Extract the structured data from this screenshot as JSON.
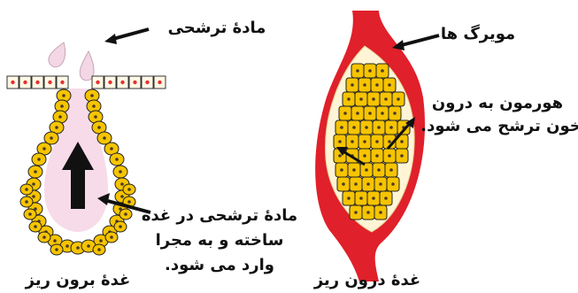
{
  "exocrine": {
    "secretion_label": "مادۀ ترشحی",
    "process_line1": "مادۀ ترشحی در غده",
    "process_line2": "ساخته و به مجرا",
    "process_line3": "وارد می شود.",
    "caption": "غدۀ برون ریز"
  },
  "endocrine": {
    "capillaries_label": "مویرگ ها",
    "hormone_line1": "هورمون به درون",
    "hormone_line2": "خون ترشح می شود.",
    "caption": "غدۀ درون ریز"
  },
  "colors": {
    "cell_fill": "#f6c400",
    "nucleus": "#4a3a2a",
    "lumen": "#f7dbe9",
    "capillary": "#e0202a",
    "capillary_inner": "#fff5d6",
    "epithelium_dot": "#e53030"
  }
}
